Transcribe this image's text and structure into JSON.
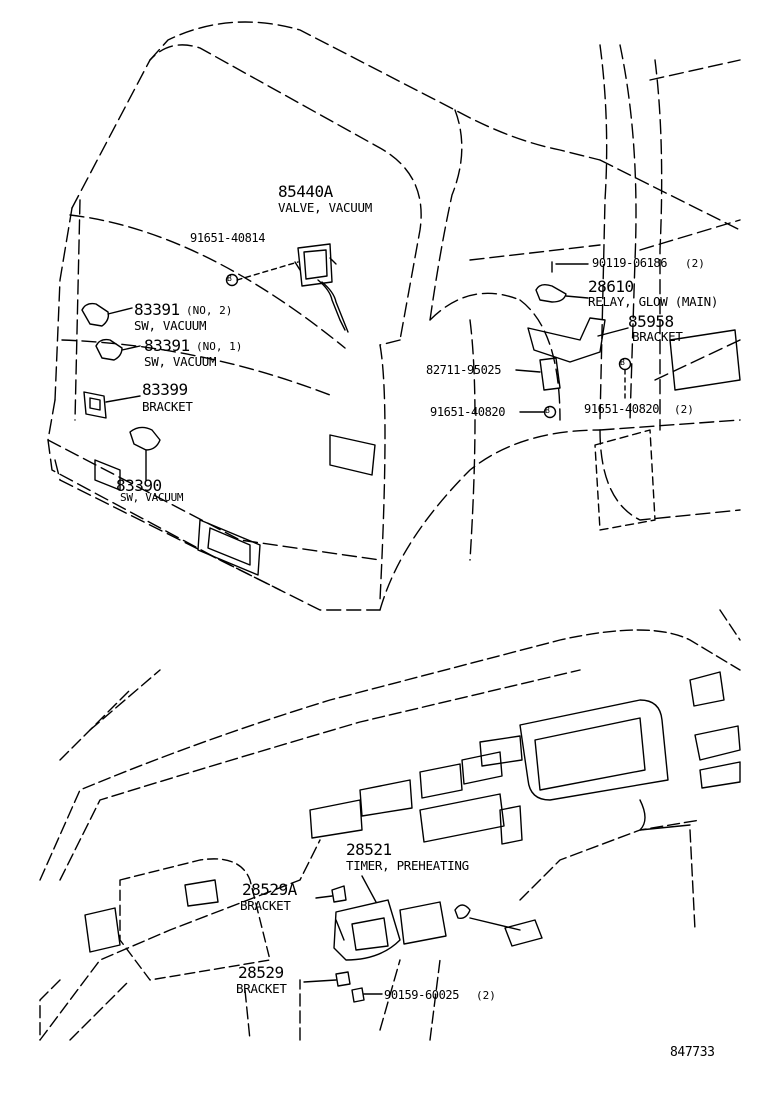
{
  "parts": {
    "valve_vacuum": {
      "part_no": "85440A",
      "name": "VALVE, VACUUM"
    },
    "bolt_91651_40814": {
      "part_no": "91651-40814"
    },
    "sw_vacuum_no2": {
      "part_no": "83391",
      "qualifier": "(NO, 2)",
      "name": "SW, VACUUM"
    },
    "sw_vacuum_no1": {
      "part_no": "83391",
      "qualifier": "(NO, 1)",
      "name": "SW, VACUUM"
    },
    "bracket_83399": {
      "part_no": "83399",
      "name": "BRACKET"
    },
    "sw_vacuum_83390": {
      "part_no": "83390",
      "name": "SW, VACUUM"
    },
    "bolt_90119": {
      "part_no": "90119-06186",
      "qty": "(2)"
    },
    "relay_glow": {
      "part_no": "28610",
      "name": "RELAY, GLOW (MAIN)"
    },
    "bracket_85958": {
      "part_no": "85958",
      "name": "BRACKET"
    },
    "clamp_82711": {
      "part_no": "82711-95025"
    },
    "bolt_91651_40820_left": {
      "part_no": "91651-40820"
    },
    "bolt_91651_40820_right": {
      "part_no": "91651-40820",
      "qty": "(2)"
    },
    "timer_preheating": {
      "part_no": "28521",
      "name": "TIMER, PREHEATING"
    },
    "bracket_28529A": {
      "part_no": "28529A",
      "name": "BRACKET"
    },
    "bracket_28529": {
      "part_no": "28529",
      "name": "BRACKET"
    },
    "screw_90159": {
      "part_no": "90159-60025",
      "qty": "(2)"
    }
  },
  "drawing_number": "847733",
  "icons": {
    "bolt_marker": "circled-b-icon"
  }
}
